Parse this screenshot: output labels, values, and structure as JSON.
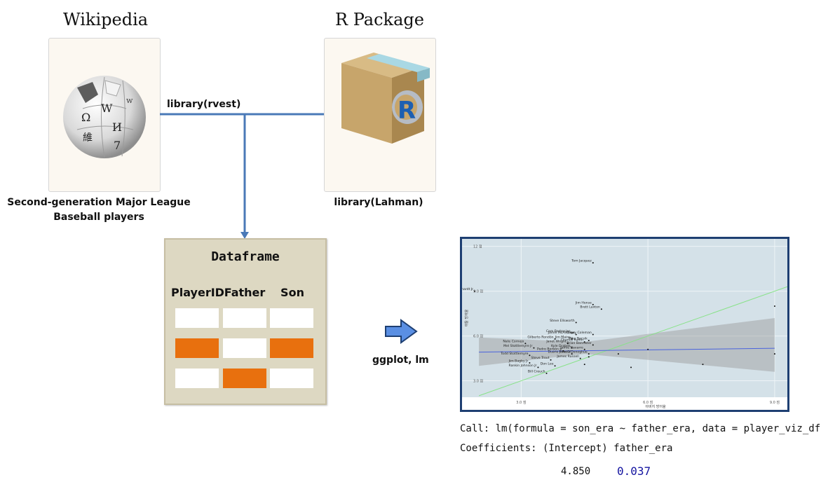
{
  "sources": {
    "wikipedia": {
      "title": "Wikipedia",
      "logo_letters": [
        "Ω",
        "W",
        "И",
        "維",
        "7",
        "w"
      ],
      "caption_line1": "Second-generation Major League",
      "caption_line2": "Baseball players",
      "connector_label": "library(rvest)"
    },
    "rpackage": {
      "title": "R Package",
      "logo_letter": "R",
      "caption": "library(Lahman)"
    }
  },
  "dataframe": {
    "title": "Dataframe",
    "columns": [
      "PlayerID",
      "Father",
      "Son"
    ],
    "rows": [
      [
        "white",
        "white",
        "white"
      ],
      [
        "orange",
        "white",
        "orange"
      ],
      [
        "white",
        "orange",
        "white"
      ]
    ]
  },
  "step_label": "ggplot, lm",
  "colors": {
    "connector": "#4a79b7",
    "orange": "#e8700e",
    "plot_border": "#1e3f72",
    "plot_bg": "#d4e1e8",
    "arrow": "#5a8fe3",
    "fit_line": "#4a63dd",
    "identity_line": "#88e288",
    "coef_value": "#1414a0"
  },
  "chart_data": {
    "type": "scatter",
    "xlabel": "아버지 방어율",
    "ylabel": "아들 방어율",
    "xlim": [
      1.6,
      9.3
    ],
    "ylim": [
      1.9,
      12.5
    ],
    "x_ticks": [
      3.0,
      6.0,
      9.0
    ],
    "x_tick_labels": [
      "3.0 점",
      "6.0 점",
      "9.0 점"
    ],
    "y_ticks": [
      3.0,
      6.0,
      9.0,
      12.0
    ],
    "y_tick_labels": [
      "3.0 점",
      "6.0 점",
      "9.0 점",
      "12 점"
    ],
    "grid": true,
    "points": [
      {
        "name": "Tom Jacquez",
        "x": 4.7,
        "y": 10.9
      },
      {
        "name": "Glenn Liebhardt Jr",
        "x": 1.9,
        "y": 9.0
      },
      {
        "name": "Jim Hense",
        "x": 4.7,
        "y": 8.1
      },
      {
        "name": "Brett Laxton",
        "x": 4.9,
        "y": 7.8
      },
      {
        "name": "Steve Ellsworth",
        "x": 4.3,
        "y": 6.9
      },
      {
        "name": "Cam Bedrosian",
        "x": 4.2,
        "y": 6.2
      },
      {
        "name": "Jamie McAndrew",
        "x": 4.3,
        "y": 6.1
      },
      {
        "name": "Casey Coleman",
        "x": 4.7,
        "y": 6.1
      },
      {
        "name": "Gilberto Rondón",
        "x": 3.8,
        "y": 5.8
      },
      {
        "name": "Jim Mains",
        "x": 4.2,
        "y": 5.8
      },
      {
        "name": "Mike Bacsik",
        "x": 4.6,
        "y": 5.7
      },
      {
        "name": "Chance Ruffin",
        "x": 4.5,
        "y": 5.6
      },
      {
        "name": "Janet Wright",
        "x": 4.1,
        "y": 5.5
      },
      {
        "name": "Brian Bannister",
        "x": 4.7,
        "y": 5.4
      },
      {
        "name": "Nate Cornejo",
        "x": 3.1,
        "y": 5.5
      },
      {
        "name": "Mel Stottlemyre Jr",
        "x": 3.3,
        "y": 5.2
      },
      {
        "name": "Kyle Drabek",
        "x": 4.2,
        "y": 5.2
      },
      {
        "name": "Jamie Navarro",
        "x": 4.5,
        "y": 5.1
      },
      {
        "name": "Pedro Borbón Jr",
        "x": 4.0,
        "y": 5.0
      },
      {
        "name": "Duane Pillette",
        "x": 4.2,
        "y": 4.8
      },
      {
        "name": "John O'Donoghue",
        "x": 4.6,
        "y": 4.8
      },
      {
        "name": "Todd Stottlemyre",
        "x": 3.2,
        "y": 4.7
      },
      {
        "name": "Steve Trout",
        "x": 3.7,
        "y": 4.4
      },
      {
        "name": "James Russell",
        "x": 4.4,
        "y": 4.5
      },
      {
        "name": "Jim Bagby Jr",
        "x": 3.2,
        "y": 4.2
      },
      {
        "name": "Don Lee",
        "x": 3.8,
        "y": 4.0
      },
      {
        "name": "Rankin Johnson Jr",
        "x": 3.4,
        "y": 3.9
      },
      {
        "name": "Bill Crouch",
        "x": 3.6,
        "y": 3.5
      },
      {
        "name": "",
        "x": 4.5,
        "y": 4.1
      },
      {
        "name": "",
        "x": 4.6,
        "y": 4.6
      },
      {
        "name": "",
        "x": 5.3,
        "y": 4.8
      },
      {
        "name": "",
        "x": 6.0,
        "y": 5.1
      },
      {
        "name": "",
        "x": 5.6,
        "y": 3.9
      },
      {
        "name": "",
        "x": 7.3,
        "y": 4.1
      },
      {
        "name": "",
        "x": 9.0,
        "y": 8.0
      },
      {
        "name": "",
        "x": 9.0,
        "y": 4.8
      }
    ],
    "fit_line": {
      "x": [
        2.0,
        9.0
      ],
      "y": [
        4.92,
        5.18
      ]
    },
    "fit_band": {
      "x": [
        2.0,
        4.5,
        9.0
      ],
      "upper": [
        5.9,
        5.6,
        7.2
      ],
      "lower": [
        4.0,
        4.8,
        3.6
      ]
    },
    "identity_line": {
      "x": [
        2.0,
        9.3
      ],
      "y": [
        2.0,
        9.3
      ]
    }
  },
  "lm_output": {
    "call_text": "Call: lm(formula = son_era ~ father_era, data = player_viz_df)",
    "coef_header": "Coefficients: (Intercept) father_era",
    "intercept": "4.850",
    "slope": "0.037"
  }
}
